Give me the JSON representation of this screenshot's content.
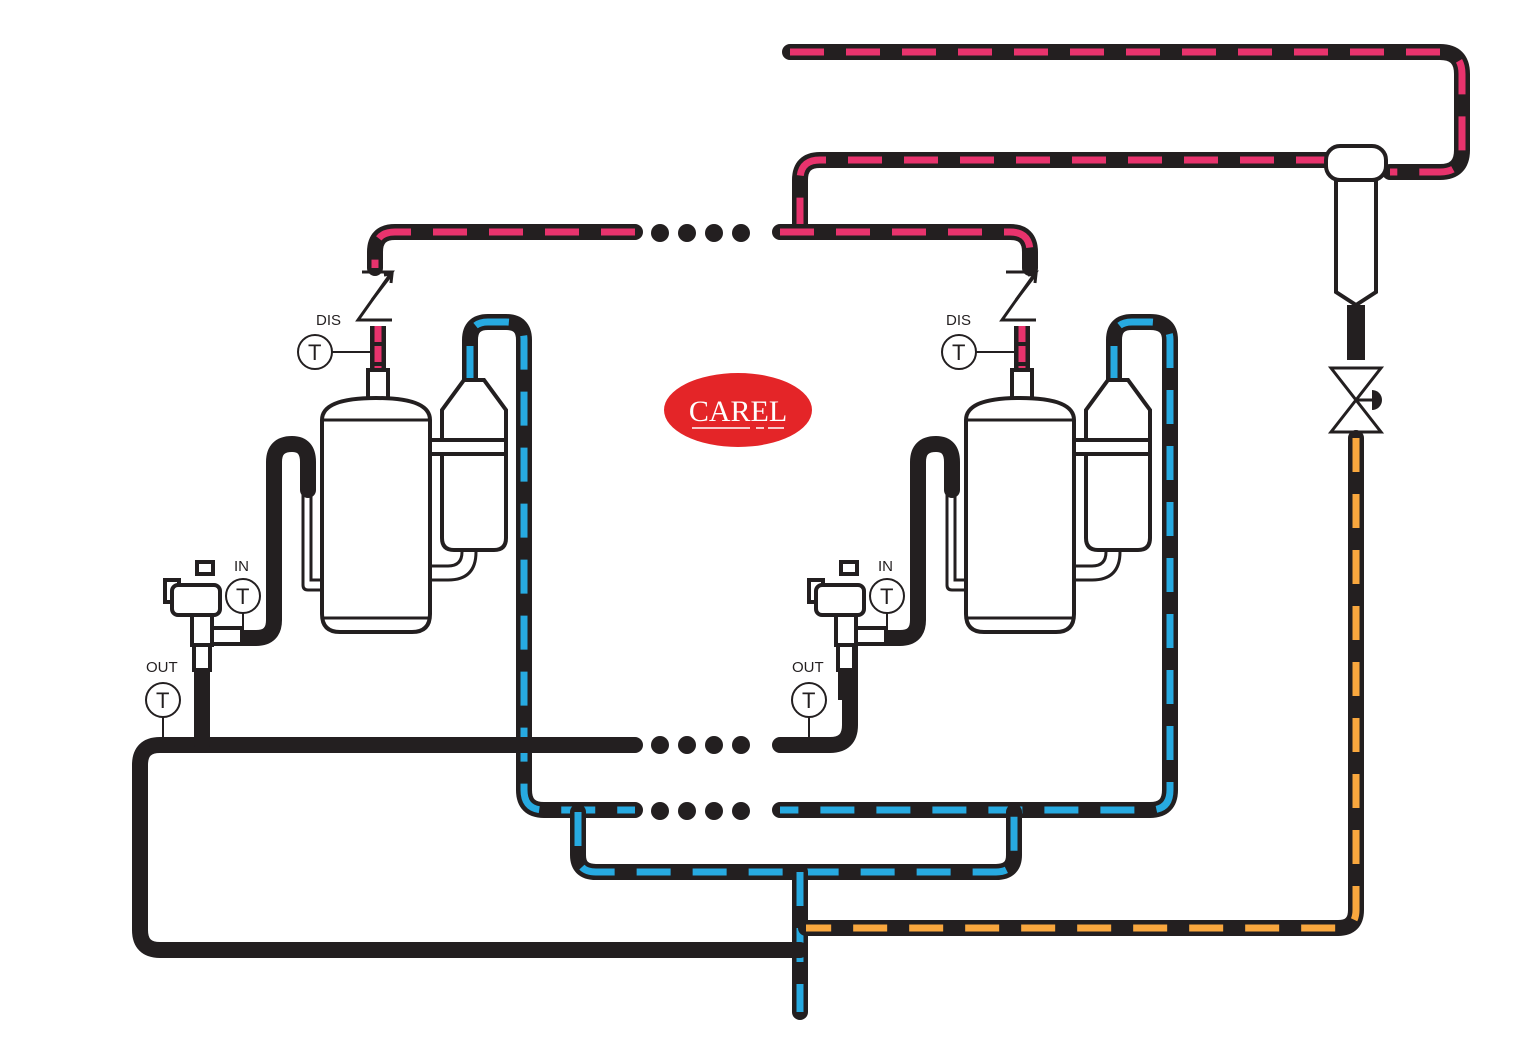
{
  "diagram": {
    "title": "Parallel compressor refrigerant circuit",
    "logo": {
      "text": "CAREL",
      "color": "#e42528"
    },
    "colors": {
      "discharge_line": "#e8336d",
      "suction_line": "#27aae1",
      "liquid_line": "#f9a73e",
      "pipe": "#231f20"
    },
    "sensors": {
      "unit1": {
        "dis": "DIS",
        "in": "IN",
        "out": "OUT",
        "symbol": "T"
      },
      "unit2": {
        "dis": "DIS",
        "in": "IN",
        "out": "OUT",
        "symbol": "T"
      }
    },
    "components": [
      "compressor-1",
      "accumulator-1",
      "check-valve-1",
      "expansion-valve-1",
      "compressor-2",
      "accumulator-2",
      "check-valve-2",
      "expansion-valve-2",
      "oil-separator-receiver",
      "solenoid-valve"
    ]
  }
}
